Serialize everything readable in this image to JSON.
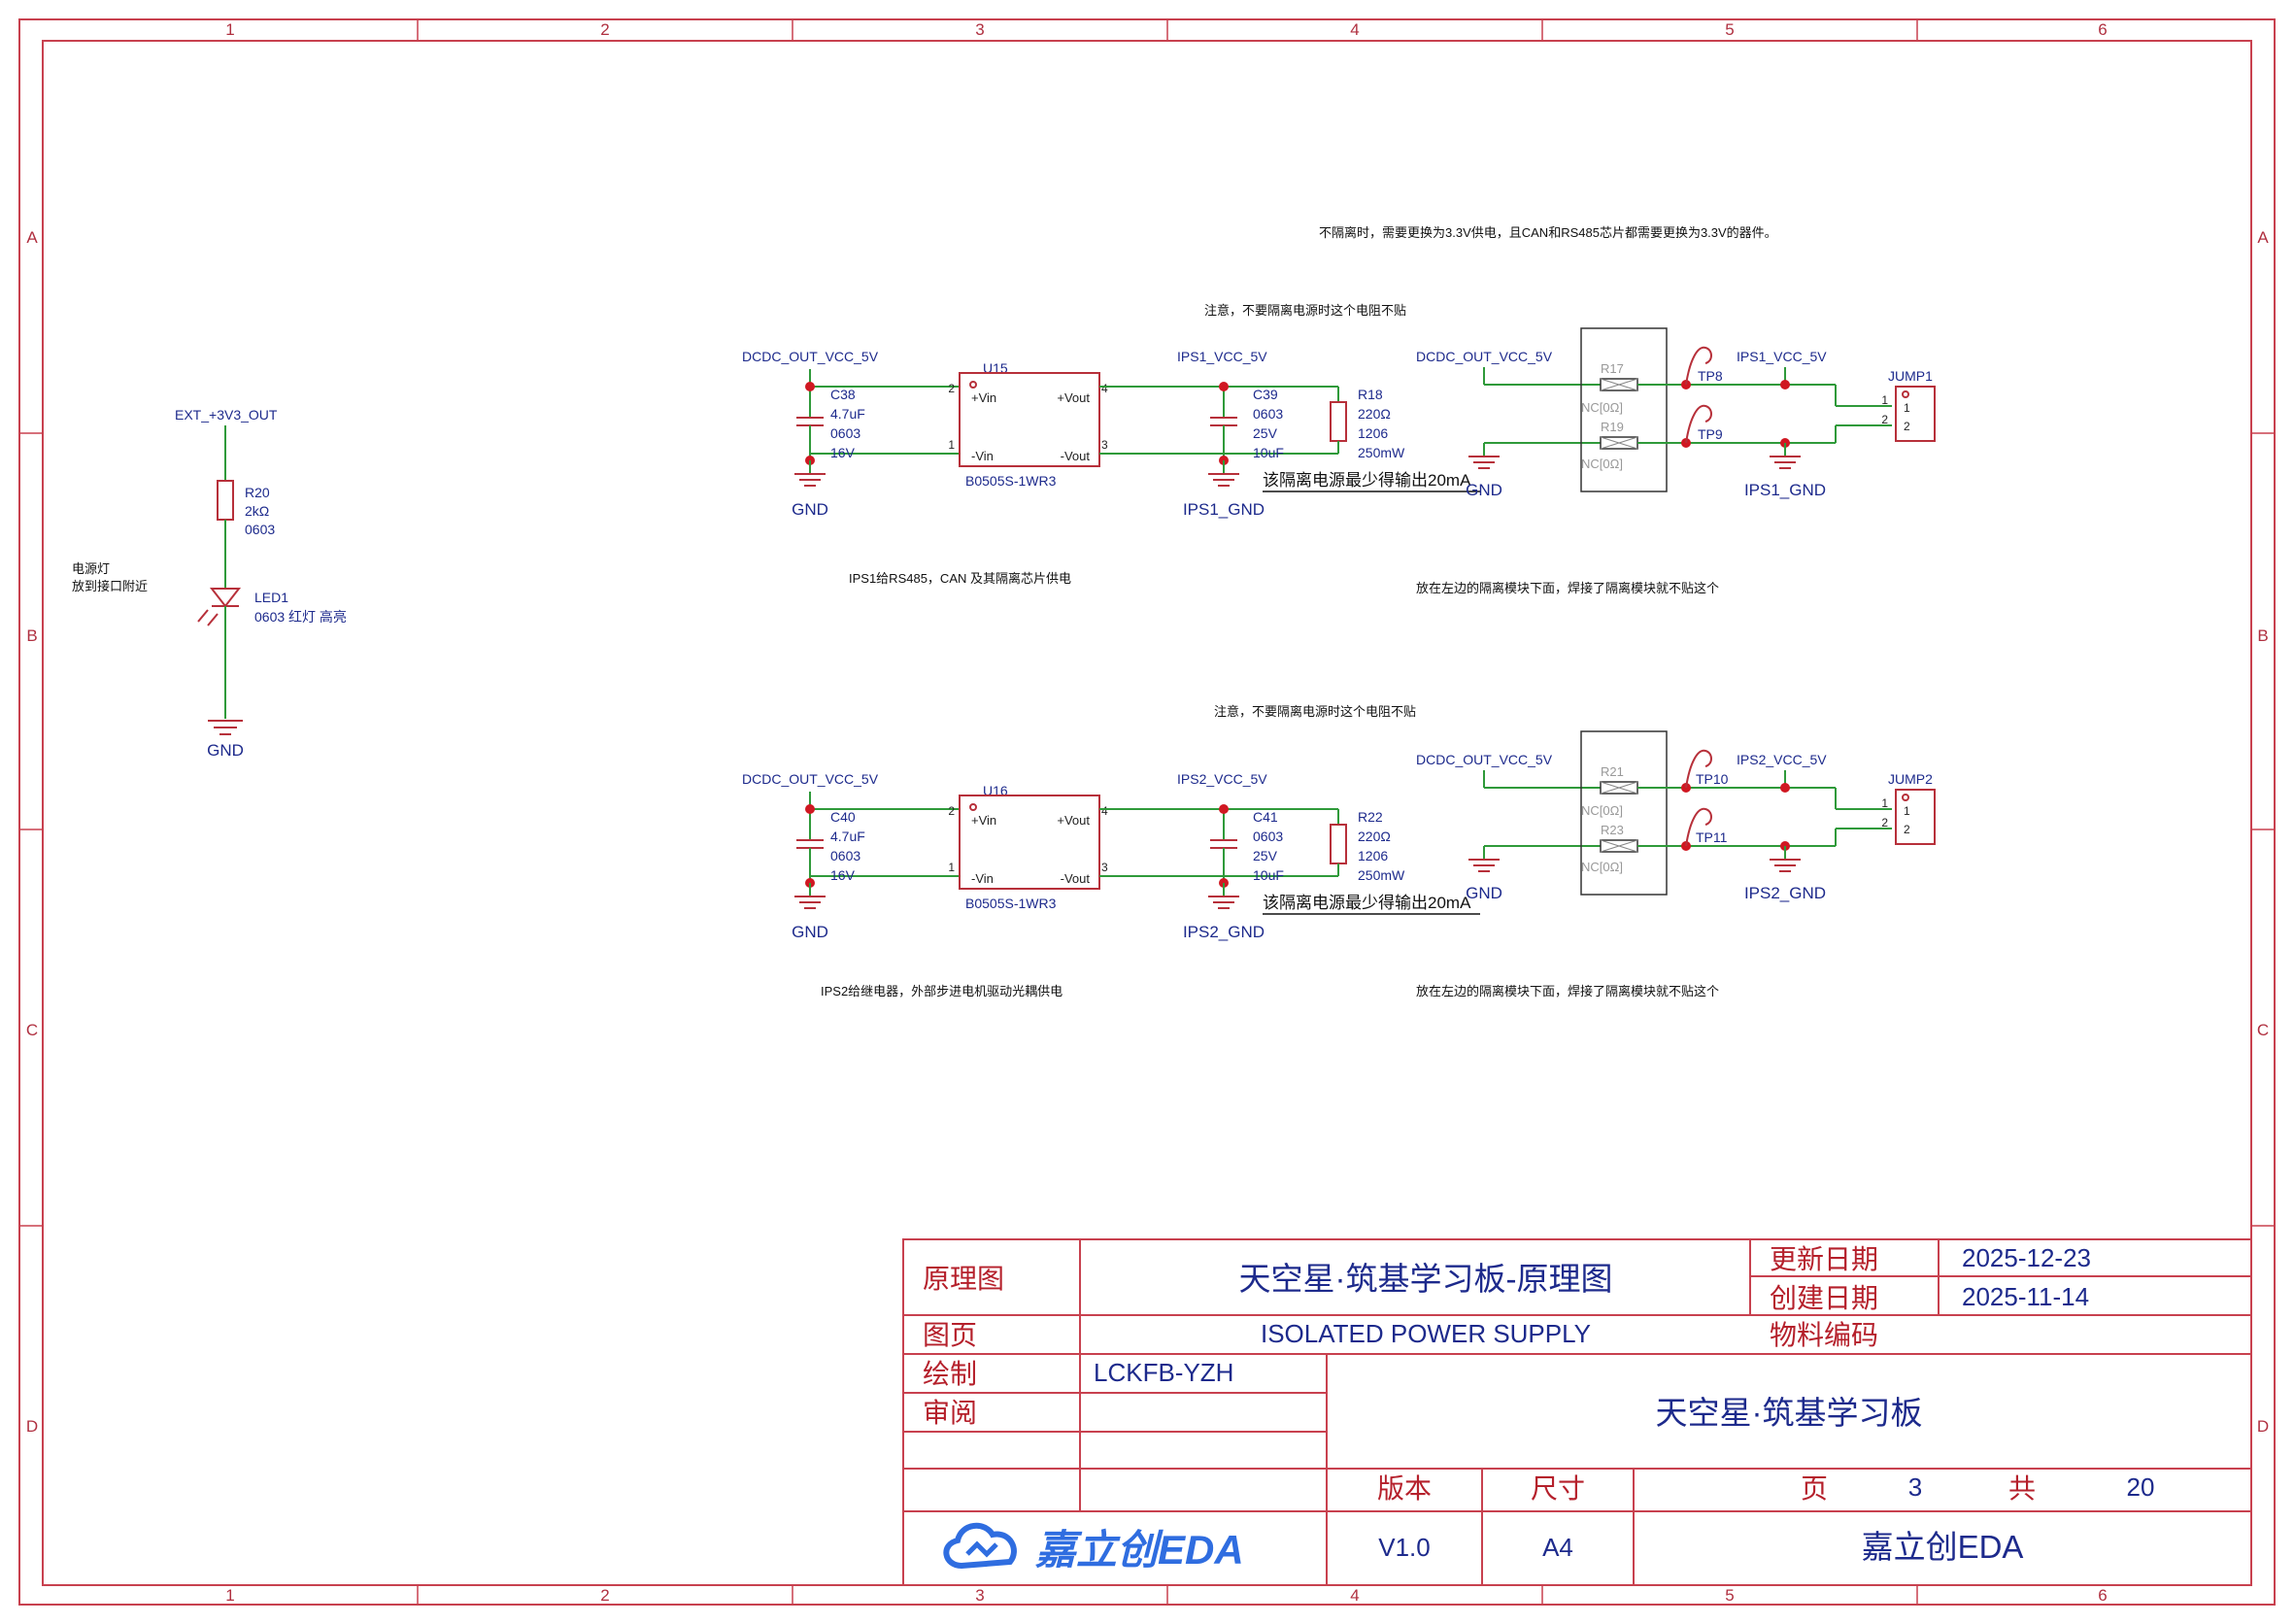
{
  "sheet": {
    "col_labels": [
      "1",
      "2",
      "3",
      "4",
      "5",
      "6"
    ],
    "row_labels": [
      "A",
      "B",
      "C",
      "D"
    ]
  },
  "notes": {
    "non_isolated": "不隔离时，需要更换为3.3V供电，且CAN和RS485芯片都需要更换为3.3V的器件。",
    "no_iso_resistor_1": "注意，不要隔离电源时这个电阻不贴",
    "no_iso_resistor_2": "注意，不要隔离电源时这个电阻不贴",
    "min_output_1": "该隔离电源最少得输出20mA",
    "min_output_2": "该隔离电源最少得输出20mA",
    "ips1_use": "IPS1给RS485，CAN 及其隔离芯片供电",
    "ips2_use": "IPS2给继电器，外部步进电机驱动光耦供电",
    "place_left_1": "放在左边的隔离模块下面，焊接了隔离模块就不贴这个",
    "place_left_2": "放在左边的隔离模块下面，焊接了隔离模块就不贴这个",
    "power_led_1": "电源灯",
    "power_led_2": "放到接口附近"
  },
  "led_section": {
    "net_top": "EXT_+3V3_OUT",
    "r20": {
      "ref": "R20",
      "value": "2kΩ",
      "pkg": "0603"
    },
    "led1": {
      "ref": "LED1",
      "value": "0603 红灯 高亮"
    },
    "gnd": "GND"
  },
  "block1": {
    "net_in": "DCDC_OUT_VCC_5V",
    "net_out": "IPS1_VCC_5V",
    "gnd_in": "GND",
    "gnd_out": "IPS1_GND",
    "cin": {
      "ref": "C38",
      "value": "4.7uF",
      "pkg": "0603",
      "volt": "16V"
    },
    "u": {
      "ref": "U15",
      "part": "B0505S-1WR3",
      "pin_vin_p": "+Vin",
      "pin_vin_n": "-Vin",
      "pin_vout_p": "+Vout",
      "pin_vout_n": "-Vout",
      "pin2": "2",
      "pin1": "1",
      "pin4": "4",
      "pin3": "3"
    },
    "cout": {
      "ref": "C39",
      "value": "0603",
      "pkg": "25V",
      "volt": "10uF"
    },
    "rload": {
      "ref": "R18",
      "value": "220Ω",
      "pkg": "1206",
      "power": "250mW"
    },
    "jump_in_net": "DCDC_OUT_VCC_5V",
    "jump_gnd": "GND",
    "ra": {
      "ref": "R17",
      "value": "NC[0Ω]"
    },
    "rb": {
      "ref": "R19",
      "value": "NC[0Ω]"
    },
    "tpa": "TP8",
    "tpb": "TP9",
    "jump_out_net": "IPS1_VCC_5V",
    "jump_out_gnd": "IPS1_GND",
    "jumper": {
      "ref": "JUMP1",
      "pin1": "1",
      "pin2": "2"
    }
  },
  "block2": {
    "net_in": "DCDC_OUT_VCC_5V",
    "net_out": "IPS2_VCC_5V",
    "gnd_in": "GND",
    "gnd_out": "IPS2_GND",
    "cin": {
      "ref": "C40",
      "value": "4.7uF",
      "pkg": "0603",
      "volt": "16V"
    },
    "u": {
      "ref": "U16",
      "part": "B0505S-1WR3",
      "pin_vin_p": "+Vin",
      "pin_vin_n": "-Vin",
      "pin_vout_p": "+Vout",
      "pin_vout_n": "-Vout",
      "pin2": "2",
      "pin1": "1",
      "pin4": "4",
      "pin3": "3"
    },
    "cout": {
      "ref": "C41",
      "value": "0603",
      "pkg": "25V",
      "volt": "10uF"
    },
    "rload": {
      "ref": "R22",
      "value": "220Ω",
      "pkg": "1206",
      "power": "250mW"
    },
    "jump_in_net": "DCDC_OUT_VCC_5V",
    "jump_gnd": "GND",
    "ra": {
      "ref": "R21",
      "value": "NC[0Ω]"
    },
    "rb": {
      "ref": "R23",
      "value": "NC[0Ω]"
    },
    "tpa": "TP10",
    "tpb": "TP11",
    "jump_out_net": "IPS2_VCC_5V",
    "jump_out_gnd": "IPS2_GND",
    "jumper": {
      "ref": "JUMP2",
      "pin1": "1",
      "pin2": "2"
    }
  },
  "title_block": {
    "label_schematic": "原理图",
    "title": "天空星·筑基学习板-原理图",
    "label_updated": "更新日期",
    "updated": "2025-12-23",
    "label_created": "创建日期",
    "created": "2025-11-14",
    "label_page": "图页",
    "page_name": "ISOLATED POWER SUPPLY",
    "label_part_no": "物料编码",
    "label_drawn": "绘制",
    "drawn_by": "LCKFB-YZH",
    "label_review": "审阅",
    "board": "天空星·筑基学习板",
    "label_version": "版本",
    "label_size": "尺寸",
    "label_page_no": "页",
    "page_no": "3",
    "label_total": "共",
    "total": "20",
    "logo": "嘉立创EDA",
    "version": "V1.0",
    "size": "A4",
    "company": "嘉立创EDA"
  },
  "colors": {
    "frame": "#c8414f",
    "wire": "#2f9a3a",
    "net_label": "#1d2a8c",
    "junction": "#d01822"
  }
}
